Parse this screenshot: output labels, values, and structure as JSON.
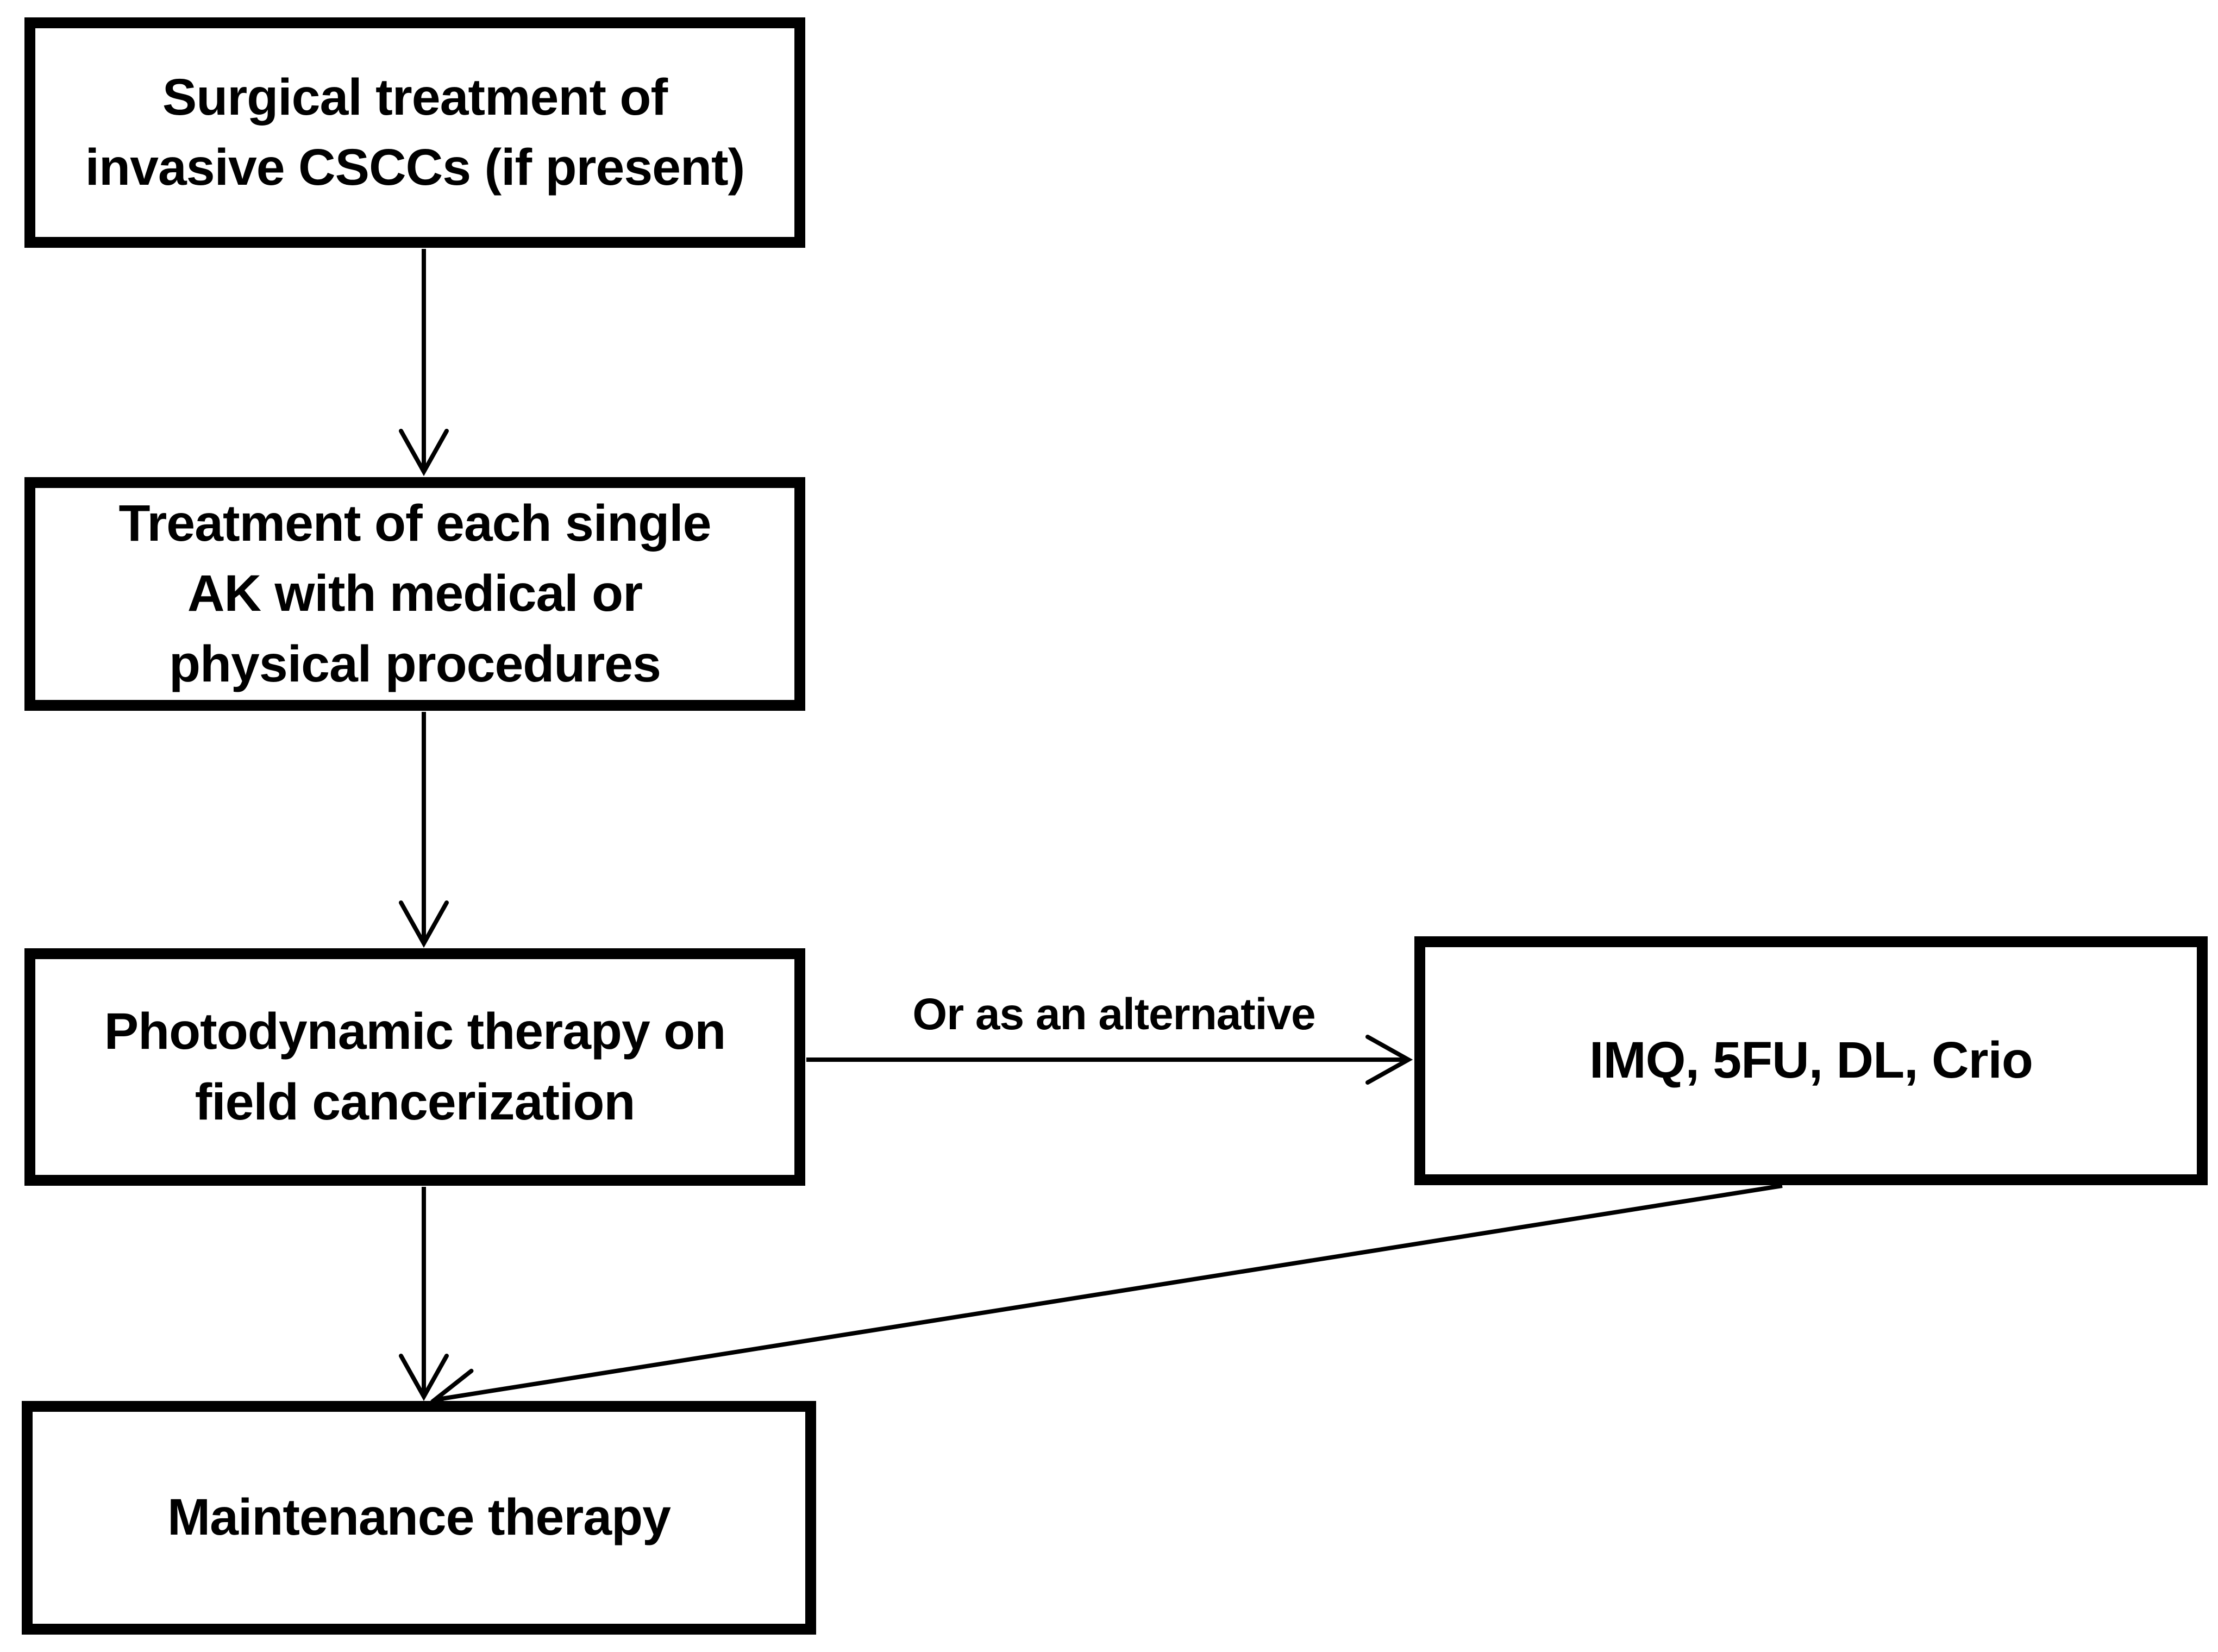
{
  "diagram": {
    "background_color": "#ffffff",
    "line_color": "#000000",
    "text_color": "#000000",
    "nodes": [
      {
        "id": "surgical-treatment",
        "label": "Surgical treatment of\ninvasive CSCCs (if present)"
      },
      {
        "id": "single-ak-treatment",
        "label": "Treatment of each single\nAK with medical or\nphysical procedures"
      },
      {
        "id": "photodynamic-therapy",
        "label": "Photodynamic therapy on\nfield cancerization"
      },
      {
        "id": "alternative-agents",
        "label": "IMQ, 5FU, DL, Crio"
      },
      {
        "id": "maintenance-therapy",
        "label": "Maintenance therapy"
      }
    ],
    "edges": [
      {
        "from": "surgical-treatment",
        "to": "single-ak-treatment",
        "label": ""
      },
      {
        "from": "single-ak-treatment",
        "to": "photodynamic-therapy",
        "label": ""
      },
      {
        "from": "photodynamic-therapy",
        "to": "alternative-agents",
        "label": "Or as an alternative"
      },
      {
        "from": "photodynamic-therapy",
        "to": "maintenance-therapy",
        "label": ""
      },
      {
        "from": "alternative-agents",
        "to": "maintenance-therapy",
        "label": ""
      }
    ]
  }
}
